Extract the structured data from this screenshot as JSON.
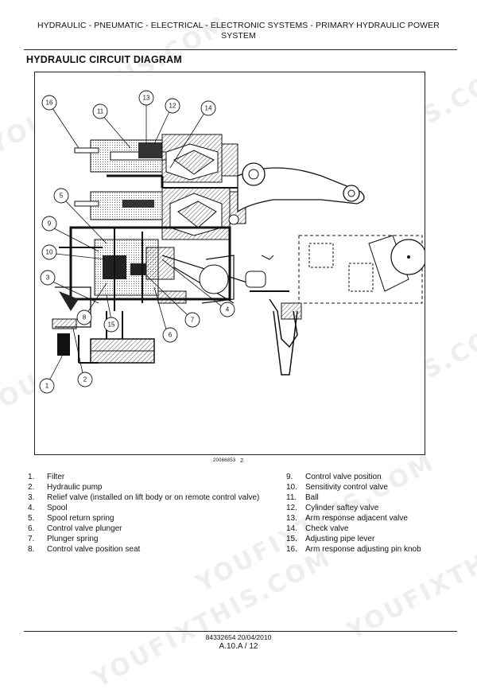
{
  "header": {
    "line1": "HYDRAULIC - PNEUMATIC - ELECTRICAL - ELECTRONIC SYSTEMS - PRIMARY HYDRAULIC POWER",
    "line2": "SYSTEM"
  },
  "section_title": "HYDRAULIC CIRCUIT DIAGRAM",
  "figure": {
    "id": "20066853",
    "number": "2",
    "callouts": [
      "1",
      "2",
      "3",
      "4",
      "5",
      "6",
      "7",
      "8",
      "9",
      "10",
      "11",
      "12",
      "13",
      "14",
      "15",
      "16"
    ]
  },
  "legend": {
    "left": [
      {
        "num": "1.",
        "text": "Filter"
      },
      {
        "num": "2.",
        "text": "Hydraulic pump"
      },
      {
        "num": "3.",
        "text": "Relief valve (installed on lift body or on remote control valve)"
      },
      {
        "num": "4.",
        "text": "Spool"
      },
      {
        "num": "5.",
        "text": "Spool return spring"
      },
      {
        "num": "6.",
        "text": "Control valve plunger"
      },
      {
        "num": "7.",
        "text": "Plunger spring"
      },
      {
        "num": "8.",
        "text": "Control valve position seat"
      }
    ],
    "right": [
      {
        "num": "9.",
        "text": "Control valve position"
      },
      {
        "num": "10.",
        "text": "Sensitivity control valve"
      },
      {
        "num": "11.",
        "text": "Ball"
      },
      {
        "num": "12.",
        "text": "Cylinder saftey valve"
      },
      {
        "num": "13.",
        "text": "Arm response adjacent valve"
      },
      {
        "num": "14.",
        "text": "Check valve"
      },
      {
        "num": "15.",
        "text": "Adjusting pipe lever"
      },
      {
        "num": "16.",
        "text": "Arm response adjusting pin knob"
      }
    ]
  },
  "footer": {
    "doc": "84332654 20/04/2010",
    "page": "A.10.A / 12"
  },
  "watermark": "YOUFIXTHIS.COM"
}
